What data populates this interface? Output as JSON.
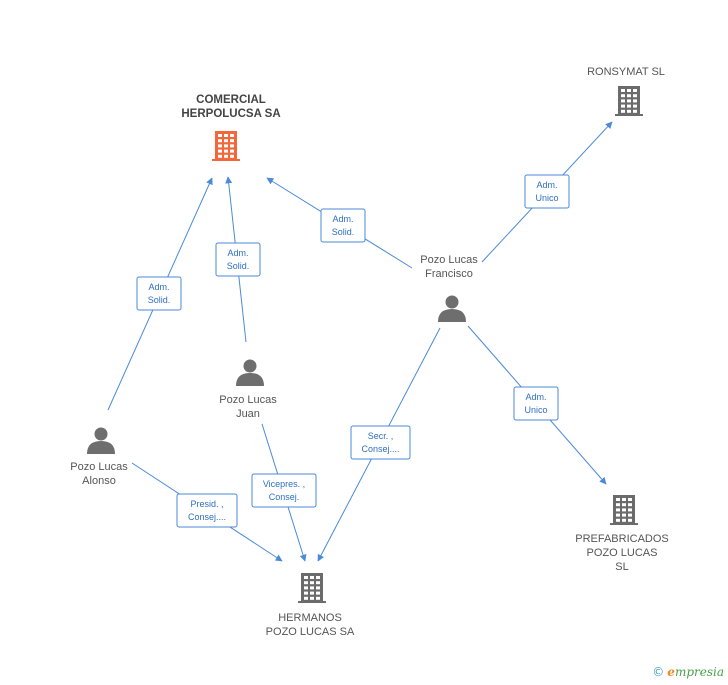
{
  "colors": {
    "highlight": "#f2683a",
    "building": "#6b6b6b",
    "person": "#6e6e6e",
    "edge": "#4a8ad8"
  },
  "nodes": [
    {
      "id": "comercial",
      "kind": "company",
      "highlight": true,
      "label": [
        "COMERCIAL",
        "HERPOLUCSA SA"
      ]
    },
    {
      "id": "ronsymat",
      "kind": "company",
      "highlight": false,
      "label": [
        "RONSYMAT  SL"
      ]
    },
    {
      "id": "francisco",
      "kind": "person",
      "highlight": false,
      "label": [
        "Pozo Lucas",
        "Francisco"
      ]
    },
    {
      "id": "juan",
      "kind": "person",
      "highlight": false,
      "label": [
        "Pozo Lucas",
        "Juan"
      ]
    },
    {
      "id": "alonso",
      "kind": "person",
      "highlight": false,
      "label": [
        "Pozo Lucas",
        "Alonso"
      ]
    },
    {
      "id": "prefabricados",
      "kind": "company",
      "highlight": false,
      "label": [
        "PREFABRICADOS",
        "POZO LUCAS",
        "SL"
      ]
    },
    {
      "id": "hermanos",
      "kind": "company",
      "highlight": false,
      "label": [
        "HERMANOS",
        "POZO LUCAS SA"
      ]
    }
  ],
  "edges": [
    {
      "from": "alonso",
      "to": "comercial",
      "label": [
        "Adm.",
        "Solid."
      ]
    },
    {
      "from": "juan",
      "to": "comercial",
      "label": [
        "Adm.",
        "Solid."
      ]
    },
    {
      "from": "francisco",
      "to": "comercial",
      "label": [
        "Adm.",
        "Solid."
      ]
    },
    {
      "from": "francisco",
      "to": "ronsymat",
      "label": [
        "Adm.",
        "Unico"
      ]
    },
    {
      "from": "francisco",
      "to": "prefabricados",
      "label": [
        "Adm.",
        "Unico"
      ]
    },
    {
      "from": "francisco",
      "to": "hermanos",
      "label": [
        "Secr. ,",
        "Consej...."
      ]
    },
    {
      "from": "juan",
      "to": "hermanos",
      "label": [
        "Vicepres. ,",
        "Consej."
      ]
    },
    {
      "from": "alonso",
      "to": "hermanos",
      "label": [
        "Presid. ,",
        "Consej...."
      ]
    }
  ],
  "footer": {
    "copyright": "©",
    "brand_initial": "e",
    "brand_rest": "mpresia"
  }
}
